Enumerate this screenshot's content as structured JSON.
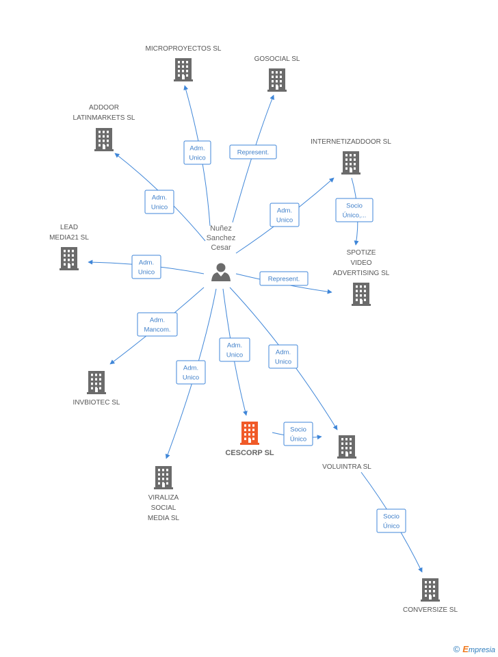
{
  "colors": {
    "company": "#6b6b6b",
    "focus": "#f05a28",
    "person": "#6b6b6b",
    "edge": "#3f86d8"
  },
  "person": {
    "lines": [
      "Nuñez",
      "Sanchez",
      "Cesar"
    ],
    "icon": "person-icon"
  },
  "nodes": [
    {
      "id": "microproyectos",
      "lines": [
        "MICROPROYECTOS SL"
      ],
      "icon": "building-icon"
    },
    {
      "id": "gosocial",
      "lines": [
        "GOSOCIAL SL"
      ],
      "icon": "building-icon"
    },
    {
      "id": "addoor",
      "lines": [
        "ADDOOR",
        "LATINMARKETS SL"
      ],
      "icon": "building-icon"
    },
    {
      "id": "internetizaddoor",
      "lines": [
        "INTERNETIZADDOOR SL"
      ],
      "icon": "building-icon"
    },
    {
      "id": "lead",
      "lines": [
        "LEAD",
        "MEDIA21 SL"
      ],
      "icon": "building-icon"
    },
    {
      "id": "spotize",
      "lines": [
        "SPOTIZE",
        "VIDEO",
        "ADVERTISING SL"
      ],
      "icon": "building-icon"
    },
    {
      "id": "invbiotec",
      "lines": [
        "INVBIOTEC SL"
      ],
      "icon": "building-icon"
    },
    {
      "id": "cescorp",
      "lines": [
        "CESCORP SL"
      ],
      "icon": "building-icon",
      "focus": true
    },
    {
      "id": "voluintra",
      "lines": [
        "VOLUINTRA SL"
      ],
      "icon": "building-icon"
    },
    {
      "id": "viraliza",
      "lines": [
        "VIRALIZA",
        "SOCIAL",
        "MEDIA SL"
      ],
      "icon": "building-icon"
    },
    {
      "id": "conversize",
      "lines": [
        "CONVERSIZE SL"
      ],
      "icon": "building-icon"
    }
  ],
  "edges": [
    {
      "id": "microproyectos",
      "lines": [
        "Adm.",
        "Unico"
      ]
    },
    {
      "id": "gosocial",
      "lines": [
        "Represent."
      ]
    },
    {
      "id": "addoor",
      "lines": [
        "Adm.",
        "Unico"
      ]
    },
    {
      "id": "internetizaddoor",
      "lines": [
        "Adm.",
        "Unico"
      ]
    },
    {
      "id": "internetizaddoor-spotize",
      "lines": [
        "Socio",
        "Único,..."
      ]
    },
    {
      "id": "lead",
      "lines": [
        "Adm.",
        "Unico"
      ]
    },
    {
      "id": "spotize",
      "lines": [
        "Represent."
      ]
    },
    {
      "id": "invbiotec",
      "lines": [
        "Adm.",
        "Mancom."
      ]
    },
    {
      "id": "cescorp",
      "lines": [
        "Adm.",
        "Unico"
      ]
    },
    {
      "id": "cescorp-voluintra",
      "lines": [
        "Socio",
        "Único"
      ]
    },
    {
      "id": "voluintra",
      "lines": [
        "Adm.",
        "Unico"
      ]
    },
    {
      "id": "viraliza",
      "lines": [
        "Adm.",
        "Unico"
      ]
    },
    {
      "id": "voluintra-conversize",
      "lines": [
        "Socio",
        "Único"
      ]
    }
  ],
  "footer": {
    "copyright": "©",
    "brand_first": "E",
    "brand_rest": "mpresia"
  }
}
